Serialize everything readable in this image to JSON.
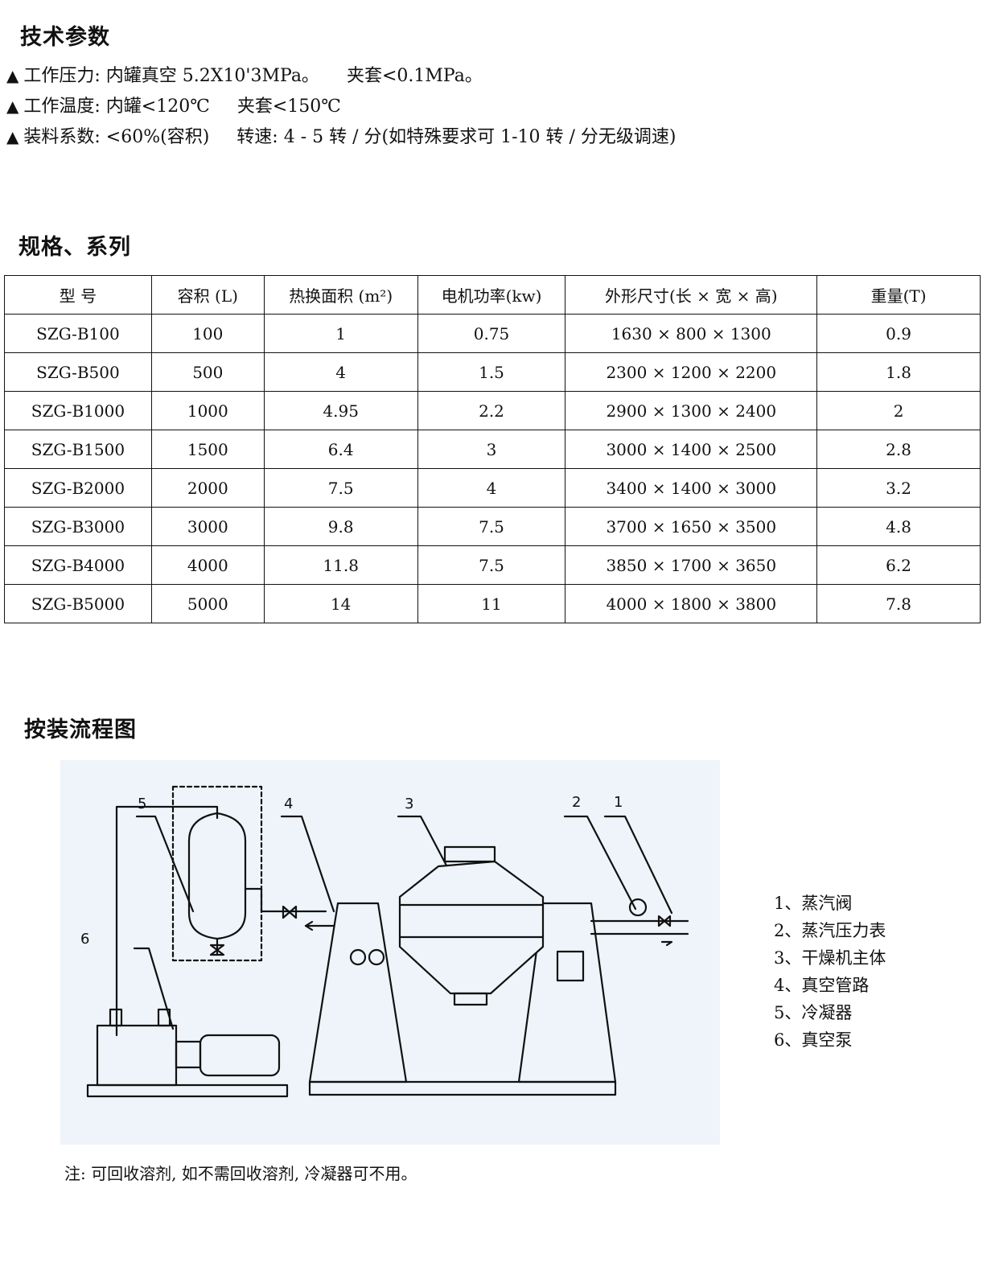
{
  "tech": {
    "heading": "技术参数",
    "lines": [
      {
        "a": "工作压力:  内罐真空 5.2X10'3MPa。",
        "b": "夹套<0.1MPa。"
      },
      {
        "a": "工作温度:  内罐<120℃",
        "b": "夹套<150℃"
      },
      {
        "a": "装料系数:  <60%(容积)",
        "b": "转速:  4 - 5 转 / 分(如特殊要求可 1-10 转 / 分无级调速)"
      }
    ],
    "bullet": "▲"
  },
  "spec": {
    "heading": "规格、系列",
    "headers": [
      "型    号",
      "容积 (L)",
      "热换面积 (m²)",
      "电机功率(kw)",
      "外形尺寸(长 × 宽 × 高)",
      "重量(T)"
    ],
    "rows": [
      [
        "SZG-B100",
        "100",
        "1",
        "0.75",
        "1630  ×  800  ×  1300",
        "0.9"
      ],
      [
        "SZG-B500",
        "500",
        "4",
        "1.5",
        "2300  ×  1200  ×  2200",
        "1.8"
      ],
      [
        "SZG-B1000",
        "1000",
        "4.95",
        "2.2",
        "2900  ×  1300  ×  2400",
        "2"
      ],
      [
        "SZG-B1500",
        "1500",
        "6.4",
        "3",
        "3000  ×  1400  ×  2500",
        "2.8"
      ],
      [
        "SZG-B2000",
        "2000",
        "7.5",
        "4",
        "3400  ×  1400  ×  3000",
        "3.2"
      ],
      [
        "SZG-B3000",
        "3000",
        "9.8",
        "7.5",
        "3700  ×  1650  ×  3500",
        "4.8"
      ],
      [
        "SZG-B4000",
        "4000",
        "11.8",
        "7.5",
        "3850  ×  1700  ×  3650",
        "6.2"
      ],
      [
        "SZG-B5000",
        "5000",
        "14",
        "11",
        "4000  ×  1800  ×  3800",
        "7.8"
      ]
    ]
  },
  "flow": {
    "heading": "按装流程图",
    "callouts": [
      "1",
      "2",
      "3",
      "4",
      "5",
      "6"
    ],
    "legend": [
      "1、蒸汽阀",
      "2、蒸汽压力表",
      "3、干燥机主体",
      "4、真空管路",
      "5、冷凝器",
      "6、真空泵"
    ],
    "note": "注:  可回收溶剂, 如不需回收溶剂, 冷凝器可不用。"
  }
}
